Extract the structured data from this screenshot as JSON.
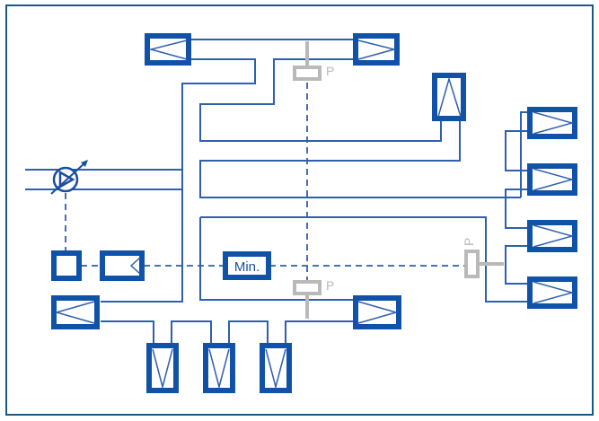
{
  "diagram": {
    "type": "hydraulic circuit schematic",
    "colors": {
      "line": "#2f5fb0",
      "symbol": "#0f52a8",
      "pressure_valve": "#b9b9b9",
      "frame": "#1a5a80"
    },
    "labels": {
      "min_switch": "Min.",
      "pressure_top": "P",
      "pressure_bottom": "P",
      "pressure_right": "P"
    },
    "components": [
      {
        "id": "variable-pump",
        "kind": "variable displacement pump"
      },
      {
        "id": "min-pressure-switch",
        "kind": "minimum switch",
        "label": "Min."
      },
      {
        "id": "pressure-valve-top",
        "kind": "pressure valve",
        "label": "P"
      },
      {
        "id": "pressure-valve-bottom",
        "kind": "pressure valve",
        "label": "P"
      },
      {
        "id": "pressure-valve-right",
        "kind": "pressure valve",
        "label": "P"
      },
      {
        "id": "consumer",
        "count": 12,
        "kind": "valve / consumer block"
      }
    ]
  }
}
